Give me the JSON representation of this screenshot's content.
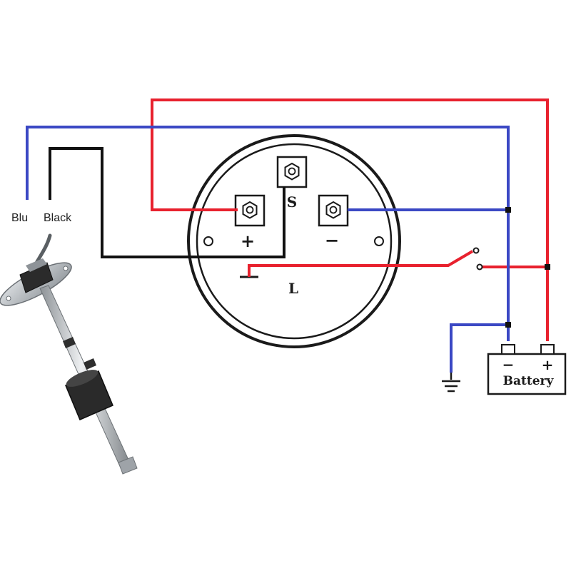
{
  "labels": {
    "blue_wire": "Blu",
    "black_wire": "Black",
    "terminal_s": "S",
    "terminal_plus": "+",
    "terminal_minus": "−",
    "terminal_l": "L",
    "battery": "Battery",
    "battery_minus": "−",
    "battery_plus": "+"
  },
  "colors": {
    "red_wire": "#e8212e",
    "blue_wire": "#3b48c4",
    "black_wire": "#111111",
    "outline": "#1a1a1a",
    "sensor_metal": "#b8bcc0",
    "sensor_float": "#2a2a2a"
  },
  "icons": {
    "ground": "ground-icon",
    "switch": "switch-icon",
    "screw_terminal": "screw-terminal-icon",
    "level_sensor": "level-sensor-icon"
  }
}
